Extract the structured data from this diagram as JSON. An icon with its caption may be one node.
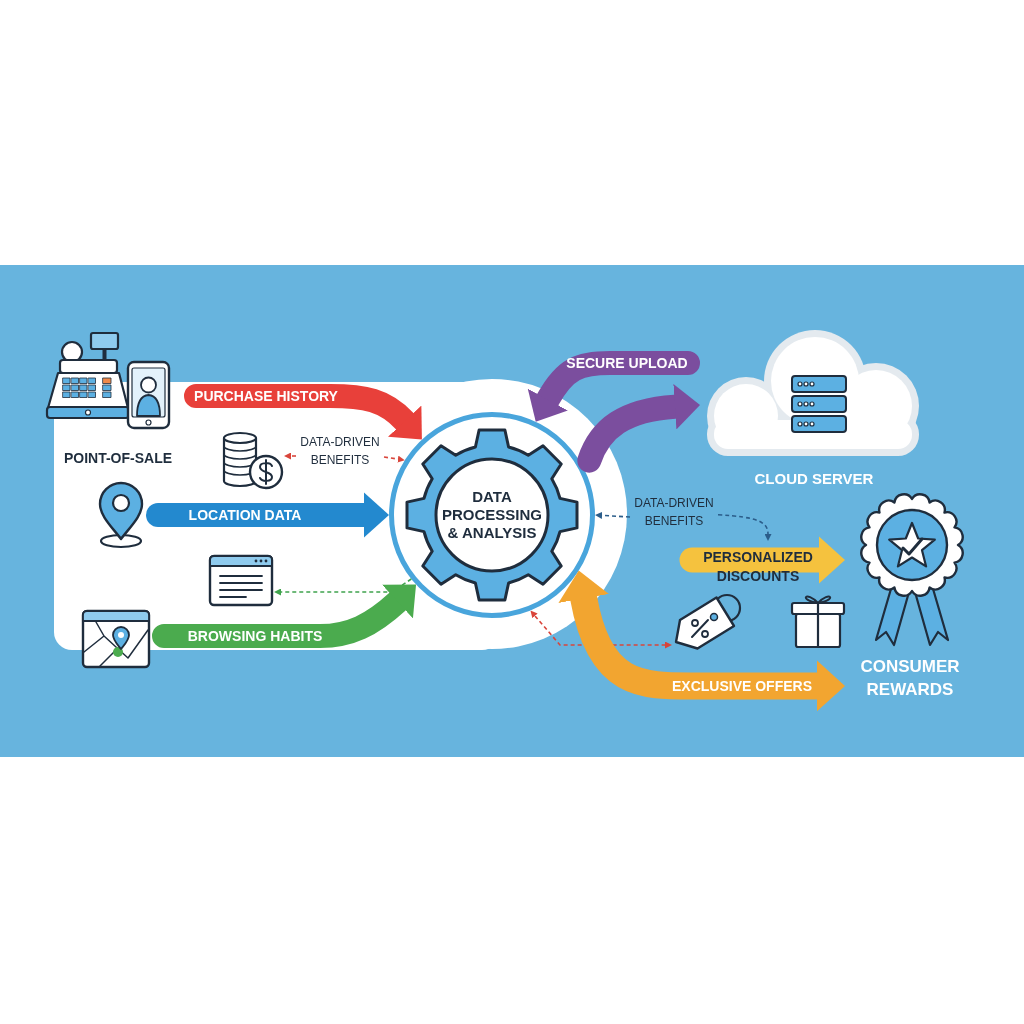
{
  "diagram": {
    "nodes": [
      {
        "text": [
          "POINT-OF-SALE"
        ]
      },
      {
        "text": [],
        "shape": "picture"
      },
      {
        "text": [],
        "shape": "picture"
      },
      {
        "text": [],
        "shape": "picture"
      },
      {
        "text": [
          "DATA-DRIVEN BENEFITS"
        ]
      },
      {
        "text": [],
        "shape": "picture"
      },
      {
        "text": [
          "DATA PROCESSING & ANALYSIS"
        ]
      },
      {
        "text": [
          "CLOUD SERVER"
        ]
      },
      {
        "text": [
          "DATA-DRIVEN BENEFITS"
        ]
      },
      {
        "text": [],
        "shape": "picture"
      },
      {
        "text": [
          "CONSUMER REWARDS"
        ]
      }
    ],
    "edges": [
      {
        "from": 0,
        "to": 6,
        "arrow": "to",
        "label": "PURCHASE HISTORY",
        "color": "#e8403a"
      },
      {
        "from": 1,
        "to": 6,
        "arrow": "to",
        "label": "LOCATION DATA",
        "color": "#2389cf"
      },
      {
        "from": 2,
        "to": 6,
        "arrow": "to",
        "label": "BROWSING HABITS",
        "color": "#4bab4e"
      },
      {
        "from": 7,
        "to": 6,
        "arrow": "to",
        "label": "SECURE UPLOAD",
        "color": "#7b4e9e"
      },
      {
        "from": 6,
        "to": 7,
        "arrow": "to",
        "color": "#7b4e9e"
      },
      {
        "from": null,
        "to": 10,
        "arrow": "to",
        "label": "PERSONALIZED DISCOUNTS",
        "color": "#f5c23e"
      },
      {
        "from": 6,
        "to": 10,
        "arrow": "both",
        "label": "EXCLUSIVE OFFERS",
        "color": "#f2a530"
      },
      {
        "from": 4,
        "to": 3,
        "arrow": "to",
        "style": "dashed",
        "color": "#d9453b"
      },
      {
        "from": 4,
        "to": 6,
        "arrow": "to",
        "style": "dashed",
        "color": "#d9453b"
      },
      {
        "from": 8,
        "to": 6,
        "arrow": "to",
        "style": "dashed",
        "color": "#2b5d8a"
      },
      {
        "from": 8,
        "to": null,
        "arrow": "to",
        "style": "dashed",
        "color": "#2b5d8a"
      },
      {
        "from": 6,
        "to": 5,
        "arrow": "to",
        "style": "dashed",
        "color": "#3fa34d"
      },
      {
        "from": 6,
        "to": 9,
        "arrow": "both",
        "style": "dashed",
        "color": "#d9453b"
      }
    ]
  }
}
